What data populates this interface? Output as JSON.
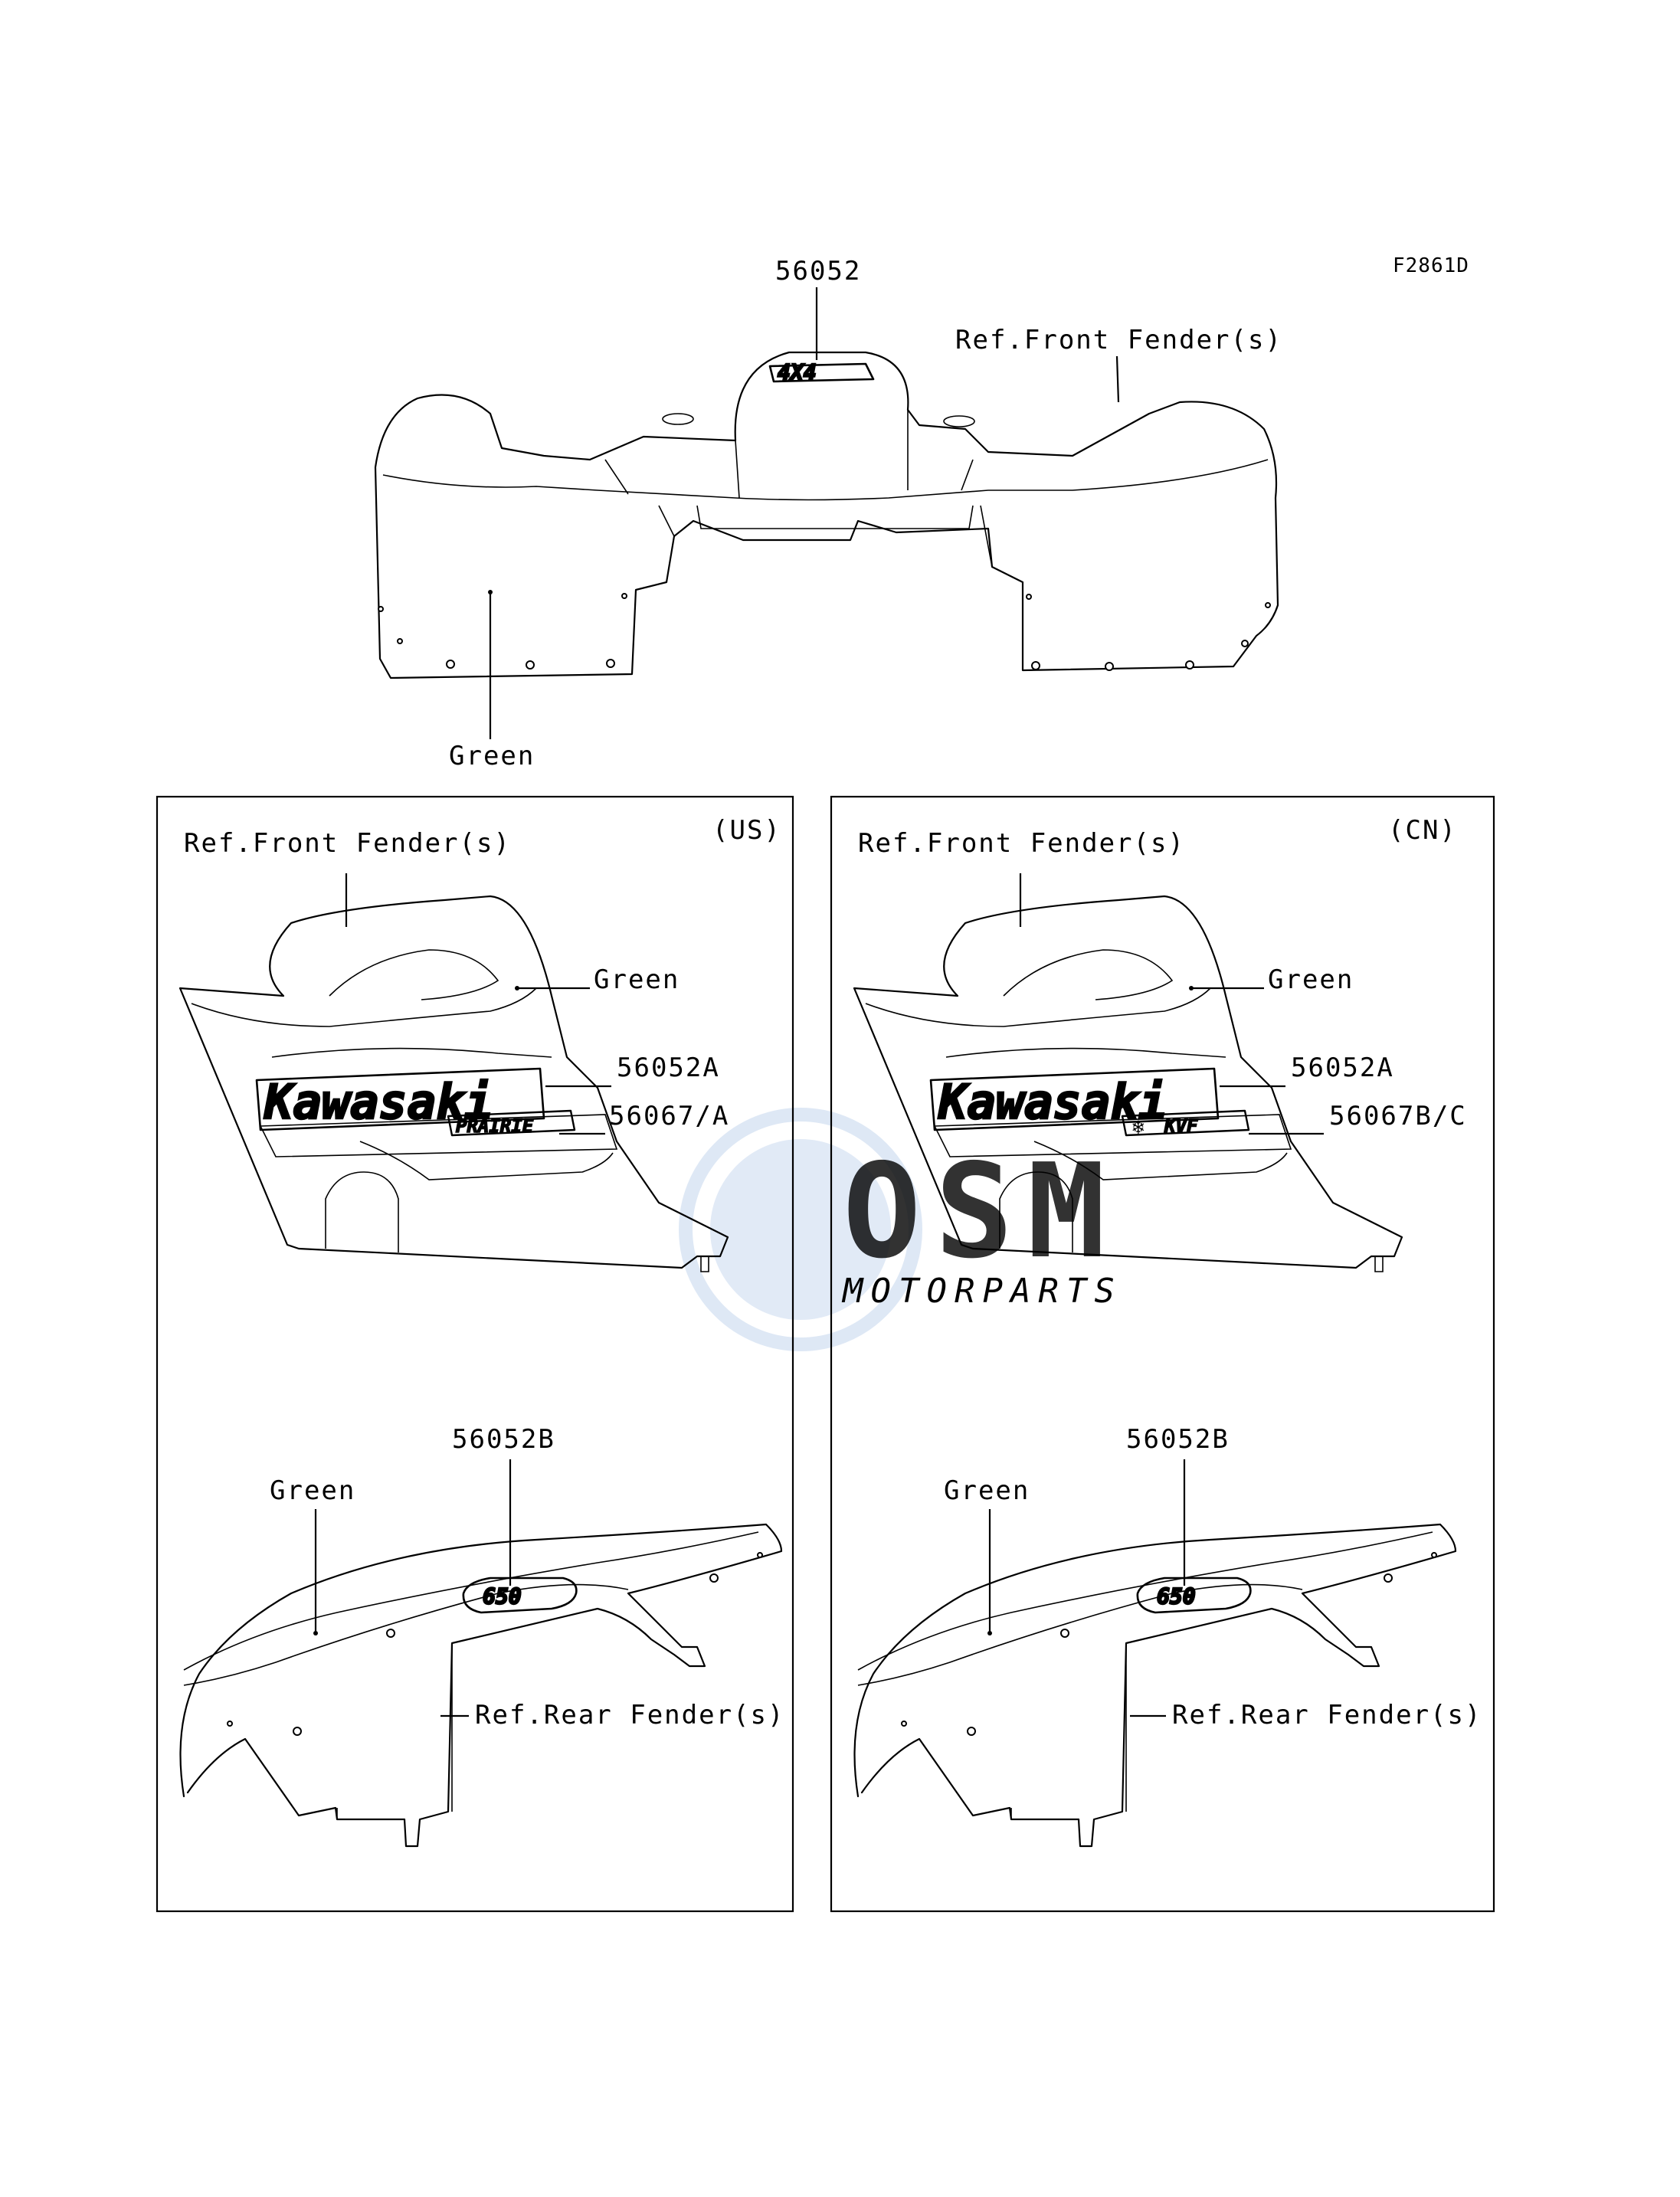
{
  "diagram_code": "F2861D",
  "top": {
    "part_number": "56052",
    "ref_label": "Ref.Front Fender(s)",
    "color_label": "Green",
    "decal_text": "4X4"
  },
  "panel_us": {
    "region": "(US)",
    "ref_front": "Ref.Front Fender(s)",
    "color_front": "Green",
    "part_a": "56052A",
    "part_b": "56067/A",
    "brand_decal": "Kawasaki",
    "model_decal": "PRAIRIE",
    "part_c": "56052B",
    "color_rear": "Green",
    "ref_rear": "Ref.Rear Fender(s)",
    "badge_decal": "650"
  },
  "panel_cn": {
    "region": "(CN)",
    "ref_front": "Ref.Front Fender(s)",
    "color_front": "Green",
    "part_a": "56052A",
    "part_b": "56067B/C",
    "brand_decal": "Kawasaki",
    "model_decal": "KVF",
    "part_c": "56052B",
    "color_rear": "Green",
    "ref_rear": "Ref.Rear Fender(s)",
    "badge_decal": "650"
  },
  "watermark": {
    "logo": "OSM",
    "text": "MOTORPARTS"
  },
  "colors": {
    "line": "#000000",
    "watermark": "#c8d9ee"
  }
}
